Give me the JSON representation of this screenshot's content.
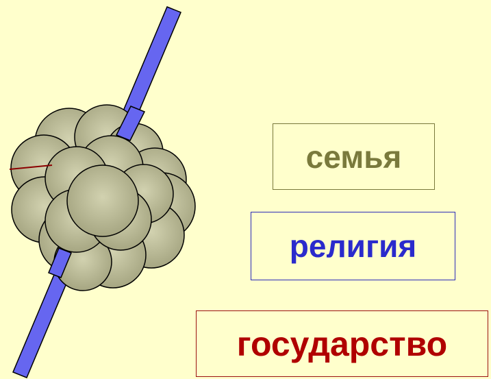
{
  "colors": {
    "background": "#ffffcc",
    "family_text": "#7a7a3c",
    "religion_text": "#2a2acc",
    "state_text": "#b00000",
    "rod_fill": "#6666f0",
    "sphere_fill": "#a6a682",
    "sphere_highlight": "#d2d2b0",
    "sphere_stroke": "#000000",
    "marker_line": "#8b0000"
  },
  "labels": {
    "family": "семья",
    "religion": "религия",
    "state": "государство"
  },
  "icons": {
    "cluster": "atom-nucleus-icon",
    "rod": "axis-rod-icon"
  }
}
